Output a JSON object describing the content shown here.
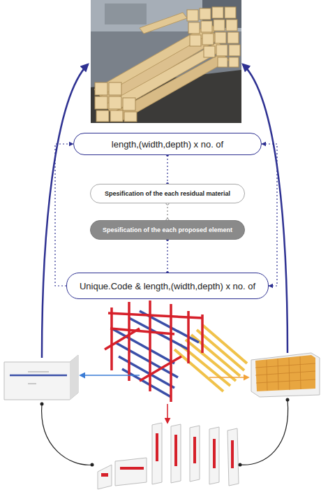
{
  "diagram": {
    "nodes": [
      {
        "text": [
          "length,(width,depth) x no. of"
        ]
      },
      {
        "text": [
          "Spesification of the each residual material"
        ]
      },
      {
        "text": [
          "Spesification of the each proposed element"
        ]
      },
      {
        "text": [
          "Unique.Code & length,(width,depth) x no. of"
        ]
      }
    ],
    "edges": [
      {
        "from": 0,
        "to": 1,
        "arrow": "none"
      },
      {
        "from": 1,
        "to": 2,
        "arrow": "none"
      },
      {
        "from": 2,
        "to": 3,
        "arrow": "none"
      },
      {
        "from": 3,
        "to": 0,
        "arrow": "to"
      },
      {
        "from": 0,
        "to": 3,
        "arrow": "both"
      }
    ]
  }
}
